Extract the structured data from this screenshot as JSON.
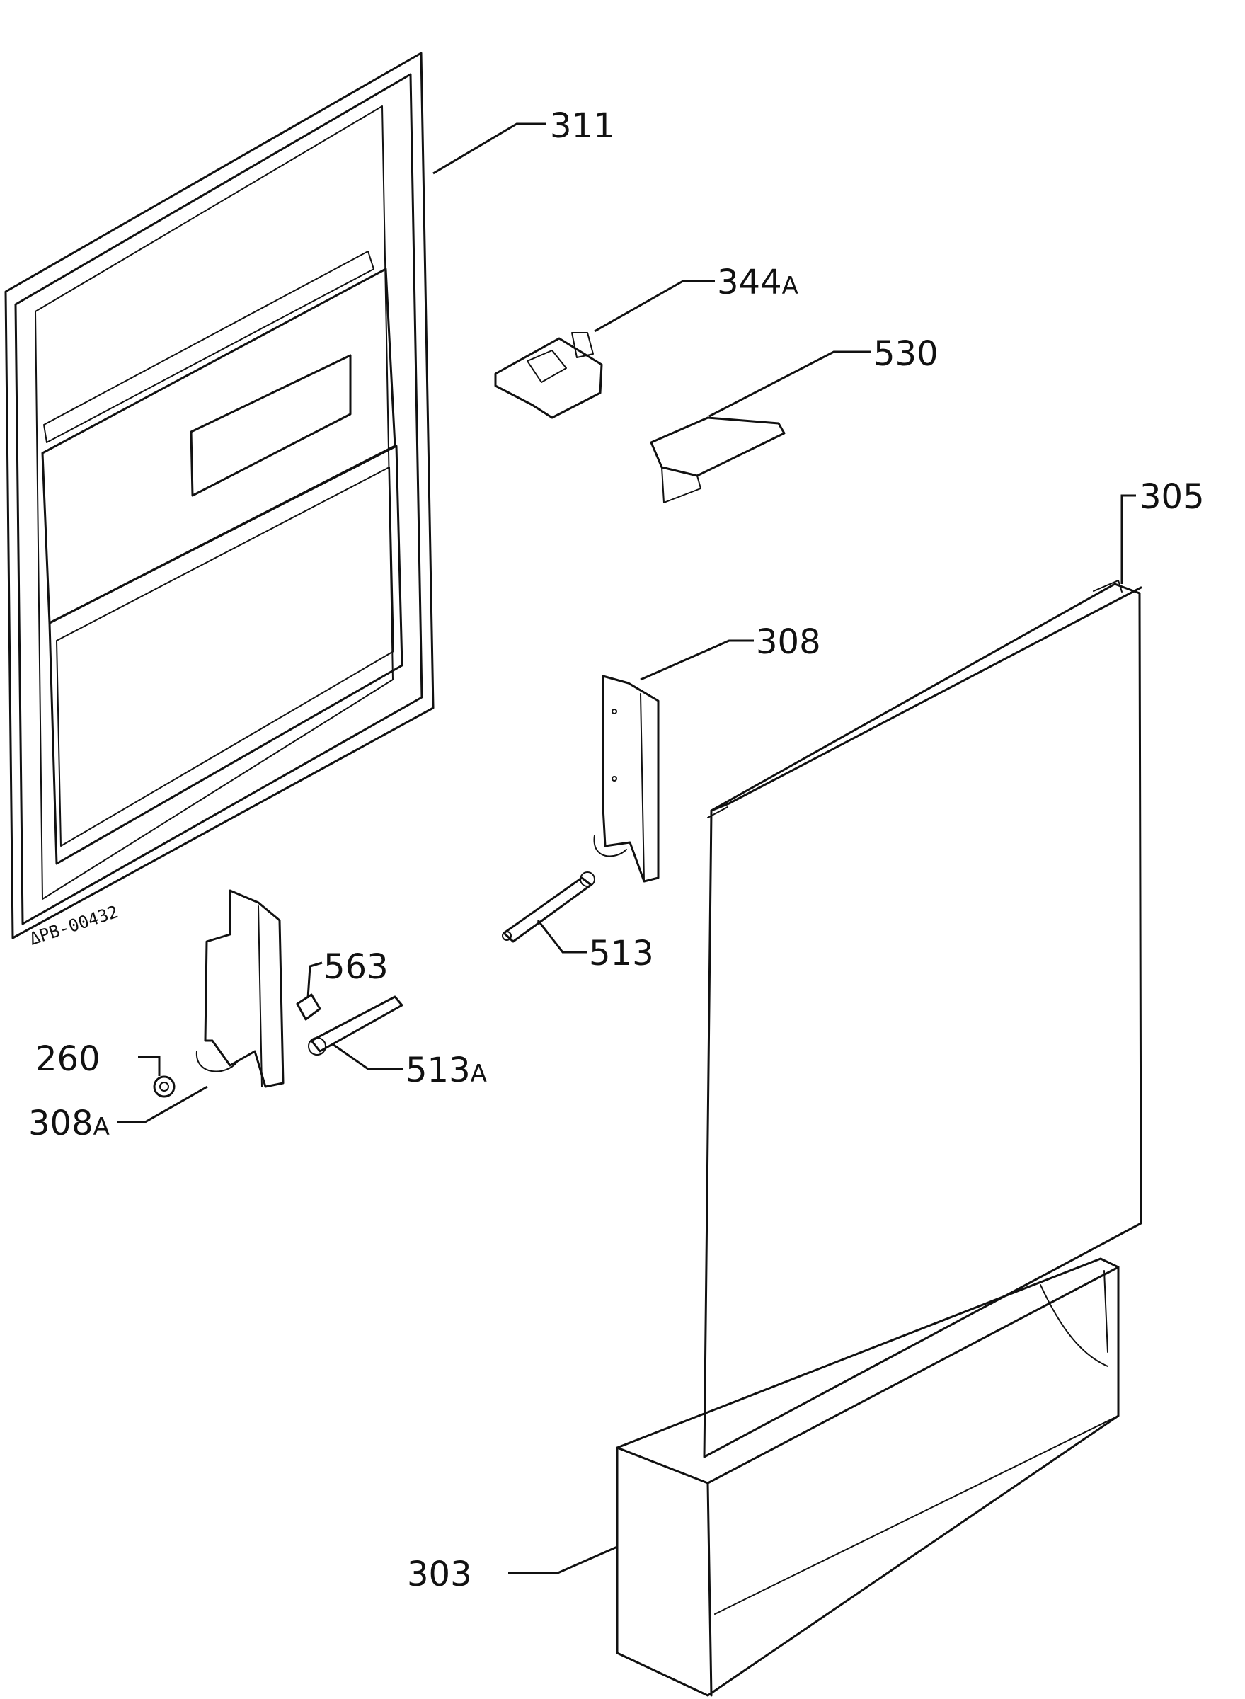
{
  "drawing_code": "ΔPB-00432",
  "callouts": [
    {
      "id": "311",
      "num": "311",
      "suffix": ""
    },
    {
      "id": "344a",
      "num": "344",
      "suffix": "A"
    },
    {
      "id": "530",
      "num": "530",
      "suffix": ""
    },
    {
      "id": "305",
      "num": "305",
      "suffix": ""
    },
    {
      "id": "308",
      "num": "308",
      "suffix": ""
    },
    {
      "id": "513",
      "num": "513",
      "suffix": ""
    },
    {
      "id": "563",
      "num": "563",
      "suffix": ""
    },
    {
      "id": "513a",
      "num": "513",
      "suffix": "A"
    },
    {
      "id": "260",
      "num": "260",
      "suffix": ""
    },
    {
      "id": "308a",
      "num": "308",
      "suffix": "A"
    },
    {
      "id": "303",
      "num": "303",
      "suffix": ""
    }
  ]
}
